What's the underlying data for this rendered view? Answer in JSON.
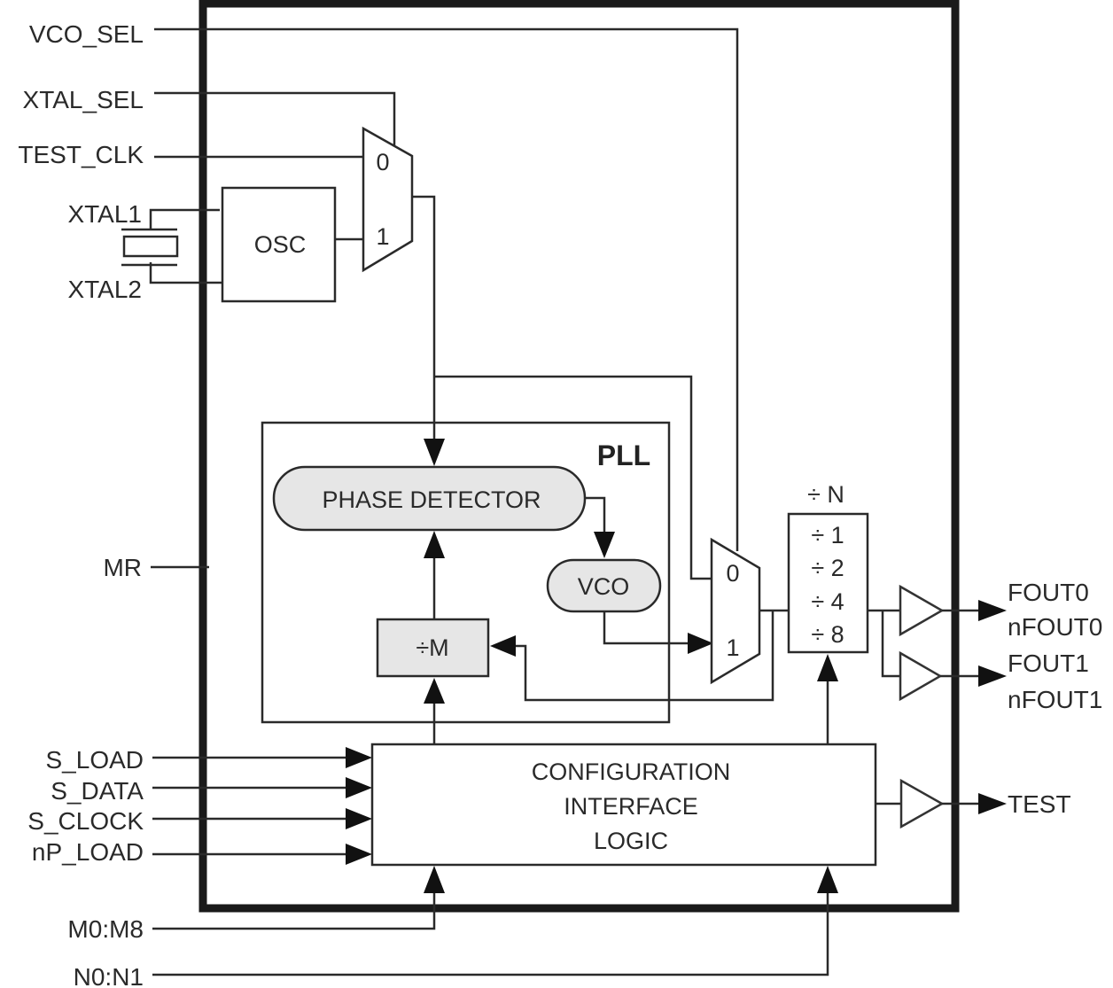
{
  "diagram": {
    "inputs_left": {
      "vco_sel": "VCO_SEL",
      "xtal_sel": "XTAL_SEL",
      "test_clk": "TEST_CLK",
      "xtal1": "XTAL1",
      "xtal2": "XTAL2",
      "mr": "MR",
      "s_load": "S_LOAD",
      "s_data": "S_DATA",
      "s_clock": "S_CLOCK",
      "np_load": "nP_LOAD",
      "m0_m8": "M0:M8",
      "n0_n1": "N0:N1"
    },
    "outputs_right": {
      "fout0": "FOUT0",
      "nfout0": "nFOUT0",
      "fout1": "FOUT1",
      "nfout1": "nFOUT1",
      "test": "TEST"
    },
    "blocks": {
      "osc": "OSC",
      "pll_title": "PLL",
      "phase_detector": "PHASE DETECTOR",
      "vco": "VCO",
      "divide_m": "÷M",
      "divide_n_title": "÷ N",
      "divide_n_options": [
        "÷ 1",
        "÷ 2",
        "÷ 4",
        "÷ 8"
      ],
      "config_line1": "CONFIGURATION",
      "config_line2": "INTERFACE",
      "config_line3": "LOGIC"
    },
    "mux1": {
      "in0": "0",
      "in1": "1"
    },
    "mux2": {
      "in0": "0",
      "in1": "1"
    }
  }
}
